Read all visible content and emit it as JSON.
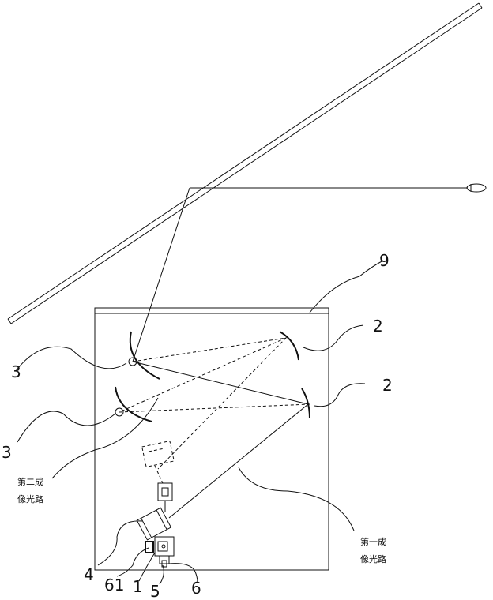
{
  "labels": {
    "housing": "9",
    "mirror_top": "2",
    "mirror_right": "2",
    "mirror_left_top": "3",
    "mirror_left_bottom": "3",
    "part_4": "4",
    "part_61": "61",
    "part_1": "1",
    "part_5": "5",
    "part_6": "6",
    "second_path_line1": "第二成",
    "second_path_line2": "像光路",
    "first_path_line1": "第一成",
    "first_path_line2": "像光路"
  }
}
